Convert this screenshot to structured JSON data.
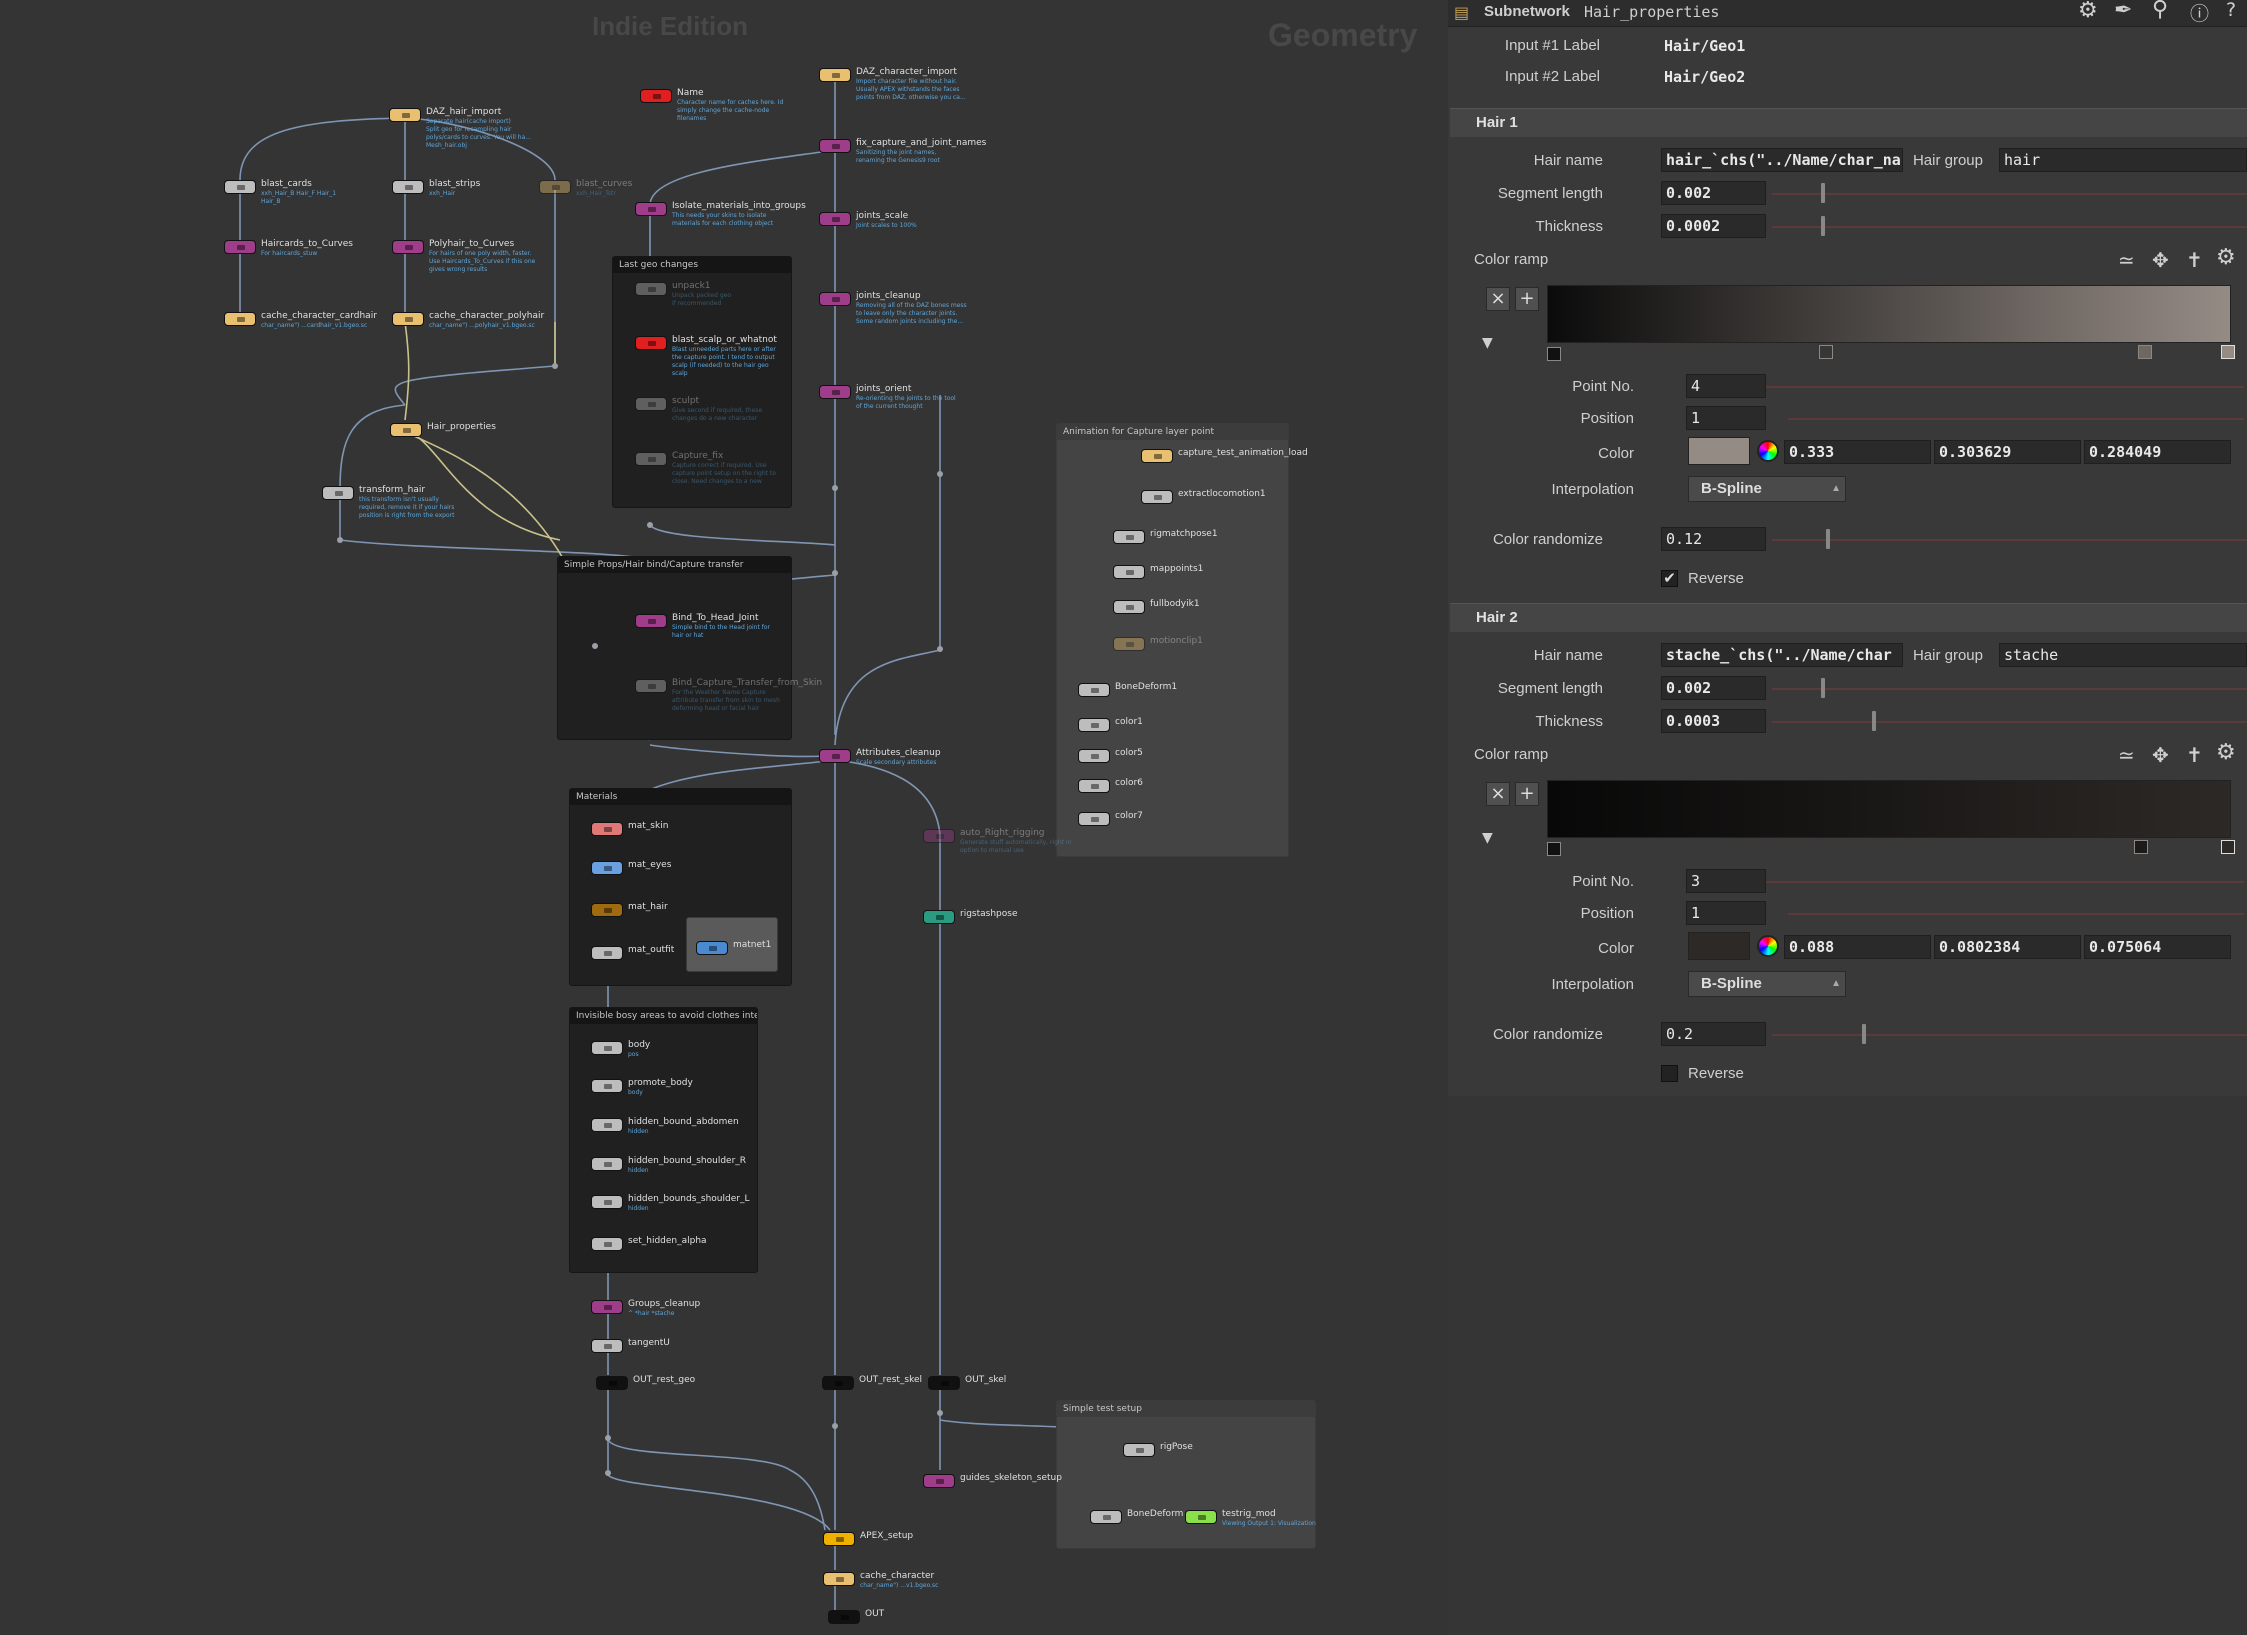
{
  "watermark": {
    "edition": "Indie Edition",
    "context": "Geometry"
  },
  "network": {
    "boxes": {
      "last_geo": "Last geo changes",
      "simple_props": "Simple Props/Hair bind/Capture transfer",
      "materials": "Materials",
      "invisible": "Invisible bosy areas to avoid clothes intersection",
      "animation": "Animation for Capture layer point",
      "simple_test": "Simple test setup"
    },
    "nodes": [
      {
        "label": "DAZ_hair_import",
        "comment": "Separate hair(cache import)\nSplit geo for resampling hair\npolys/cards to curves. You will ha...\nMesh_hair.obj"
      },
      {
        "label": "blast_cards",
        "comment": "xxh_Hair_B Hair_F Hair_1\nHair_B"
      },
      {
        "label": "blast_strips",
        "comment": "xxh_Hair"
      },
      {
        "label": "blast_curves",
        "comment": "xxh_Hair_Tstr"
      },
      {
        "label": "Haircards_to_Curves",
        "comment": "For haircards_stuw"
      },
      {
        "label": "Polyhair_to_Curves",
        "comment": "For hairs of one poly width, faster.\nUse Haircards_To_Curves if this one\ngives wrong results"
      },
      {
        "label": "cache_character_cardhair",
        "comment": "char_name\") ...cardhair_v1.bgeo.sc"
      },
      {
        "label": "cache_character_polyhair",
        "comment": "char_name\") ...polyhair_v1.bgeo.sc"
      },
      {
        "label": "Name",
        "comment": "Character name for caches here. Id\nsimply change the cache-node\nfilenames"
      },
      {
        "label": "Hair_properties",
        "comment": ""
      },
      {
        "label": "transform_hair",
        "comment": "this transform isn't usually\nrequired, remove it if your hairs\nposition is right from the export"
      },
      {
        "label": "Isolate_materials_into_groups",
        "comment": "This needs your skins to isolate\nmaterials for each clothing object"
      },
      {
        "label": "unpack1",
        "comment": "Unpack packed geo\nif recommended"
      },
      {
        "label": "blast_scalp_or_whatnot",
        "comment": "Blast unneeded parts here or after\nthe capture point. I tend to output\nscalp (if needed) to the hair geo\nscalp"
      },
      {
        "label": "sculpt",
        "comment": "Give second if required, these\nchanges do a new character"
      },
      {
        "label": "Capture_fix",
        "comment": "Capture correct if required. Use\ncapture point setup on the right to\nclose. Need changes to a new"
      },
      {
        "label": "Bind_To_Head_Joint",
        "comment": "Simple bind to the Head joint for\nhair or hat"
      },
      {
        "label": "Bind_Capture_Transfer_from_Skin",
        "comment": "For the Weather Name Capture\nattribute transfer from skin to mesh\ndeforming head or facial hair"
      },
      {
        "label": "DAZ_character_import",
        "comment": "Import character file without hair.\nUsually APEX withstands the faces\npoints from DAZ, otherwise you ca..."
      },
      {
        "label": "fix_capture_and_joint_names",
        "comment": "Sanitizing the joint names,\nrenaming the Genesis9 root"
      },
      {
        "label": "joints_scale",
        "comment": "Joint scales to 100%"
      },
      {
        "label": "joints_cleanup",
        "comment": "Removing all of the DAZ bones mess\nto leave only the character joints.\nSome random joints including the..."
      },
      {
        "label": "joints_orient",
        "comment": "Re-orienting the joints to the tool\nof the current thought"
      },
      {
        "label": "Attributes_cleanup",
        "comment": "Scale secondary attributes"
      },
      {
        "label": "mat_skin",
        "comment": ""
      },
      {
        "label": "mat_eyes",
        "comment": ""
      },
      {
        "label": "mat_hair",
        "comment": ""
      },
      {
        "label": "mat_outfit",
        "comment": ""
      },
      {
        "label": "matnet1",
        "comment": ""
      },
      {
        "label": "body",
        "comment": "pos"
      },
      {
        "label": "promote_body",
        "comment": "body"
      },
      {
        "label": "hidden_bound_abdomen",
        "comment": "hidden"
      },
      {
        "label": "hidden_bound_shoulder_R",
        "comment": "hidden"
      },
      {
        "label": "hidden_bounds_shoulder_L",
        "comment": "hidden"
      },
      {
        "label": "set_hidden_alpha",
        "comment": ""
      },
      {
        "label": "Groups_cleanup",
        "comment": "^ *hair *stache"
      },
      {
        "label": "tangentU",
        "comment": ""
      },
      {
        "label": "OUT_rest_geo",
        "comment": ""
      },
      {
        "label": "OUT_rest_skel",
        "comment": ""
      },
      {
        "label": "OUT_skel",
        "comment": ""
      },
      {
        "label": "auto_Right_rigging",
        "comment": "Generate stuff automatically, right in\noption to manual use"
      },
      {
        "label": "rigstashpose",
        "comment": ""
      },
      {
        "label": "capture_test_animation_load",
        "comment": ""
      },
      {
        "label": "extractlocomotion1",
        "comment": ""
      },
      {
        "label": "rigmatchpose1",
        "comment": ""
      },
      {
        "label": "mappoints1",
        "comment": ""
      },
      {
        "label": "fullbodyik1",
        "comment": ""
      },
      {
        "label": "motionclip1",
        "comment": ""
      },
      {
        "label": "BoneDeform1",
        "comment": ""
      },
      {
        "label": "color1",
        "comment": ""
      },
      {
        "label": "color5",
        "comment": ""
      },
      {
        "label": "color6",
        "comment": ""
      },
      {
        "label": "color7",
        "comment": ""
      },
      {
        "label": "rigPose",
        "comment": ""
      },
      {
        "label": "guides_skeleton_setup",
        "comment": ""
      },
      {
        "label": "BoneDeform",
        "comment": ""
      },
      {
        "label": "testrig_mod",
        "comment": "Viewing Output 1: Visualization"
      },
      {
        "label": "APEX_setup",
        "comment": ""
      },
      {
        "label": "cache_character",
        "comment": "char_name\") ...v1.bgeo.sc"
      },
      {
        "label": "OUT",
        "comment": ""
      }
    ]
  },
  "panel": {
    "type": "Subnetwork",
    "name": "Hair_properties",
    "toolbar_icons": [
      "gear-icon",
      "brush-icon",
      "search-icon",
      "info-icon",
      "help-icon"
    ],
    "input1_label": "Input #1 Label",
    "input1_value": "Hair/Geo1",
    "input2_label": "Input #2 Label",
    "input2_value": "Hair/Geo2",
    "labels": {
      "hair_name": "Hair name",
      "hair_group": "Hair group",
      "segment_length": "Segment length",
      "thickness": "Thickness",
      "color_ramp": "Color ramp",
      "point_no": "Point No.",
      "position": "Position",
      "color": "Color",
      "interpolation": "Interpolation",
      "color_randomize": "Color randomize",
      "reverse": "Reverse"
    },
    "hair1": {
      "title": "Hair 1",
      "hair_name": "hair_`chs(\"../Name/char_na",
      "hair_group": "hair",
      "segment_length": "0.002",
      "thickness": "0.0002",
      "point_no": "4",
      "position": "1",
      "color_r": "0.333",
      "color_g": "0.303629",
      "color_b": "0.284049",
      "swatch": "#958b85",
      "interpolation": "B-Spline",
      "color_randomize": "0.12",
      "reverse": true,
      "ramp_start": "#0b0b0b",
      "ramp_end": "#958b85"
    },
    "hair2": {
      "title": "Hair 2",
      "hair_name": "stache_`chs(\"../Name/char",
      "hair_group": "stache",
      "segment_length": "0.002",
      "thickness": "0.0003",
      "point_no": "3",
      "position": "1",
      "color_r": "0.088",
      "color_g": "0.0802384",
      "color_b": "0.075064",
      "swatch": "#2d2926",
      "interpolation": "B-Spline",
      "color_randomize": "0.2",
      "reverse": false,
      "ramp_start": "#080808",
      "ramp_end": "#2d2926"
    }
  },
  "colors": {
    "panel_bg": "#393939",
    "graph_bg": "#343434",
    "wire": "#7f95b3",
    "wire_yellow": "#c9c28a",
    "comment": "#5ea6d9",
    "subnet": "#e8c070",
    "attrib": "#a03d8a"
  }
}
